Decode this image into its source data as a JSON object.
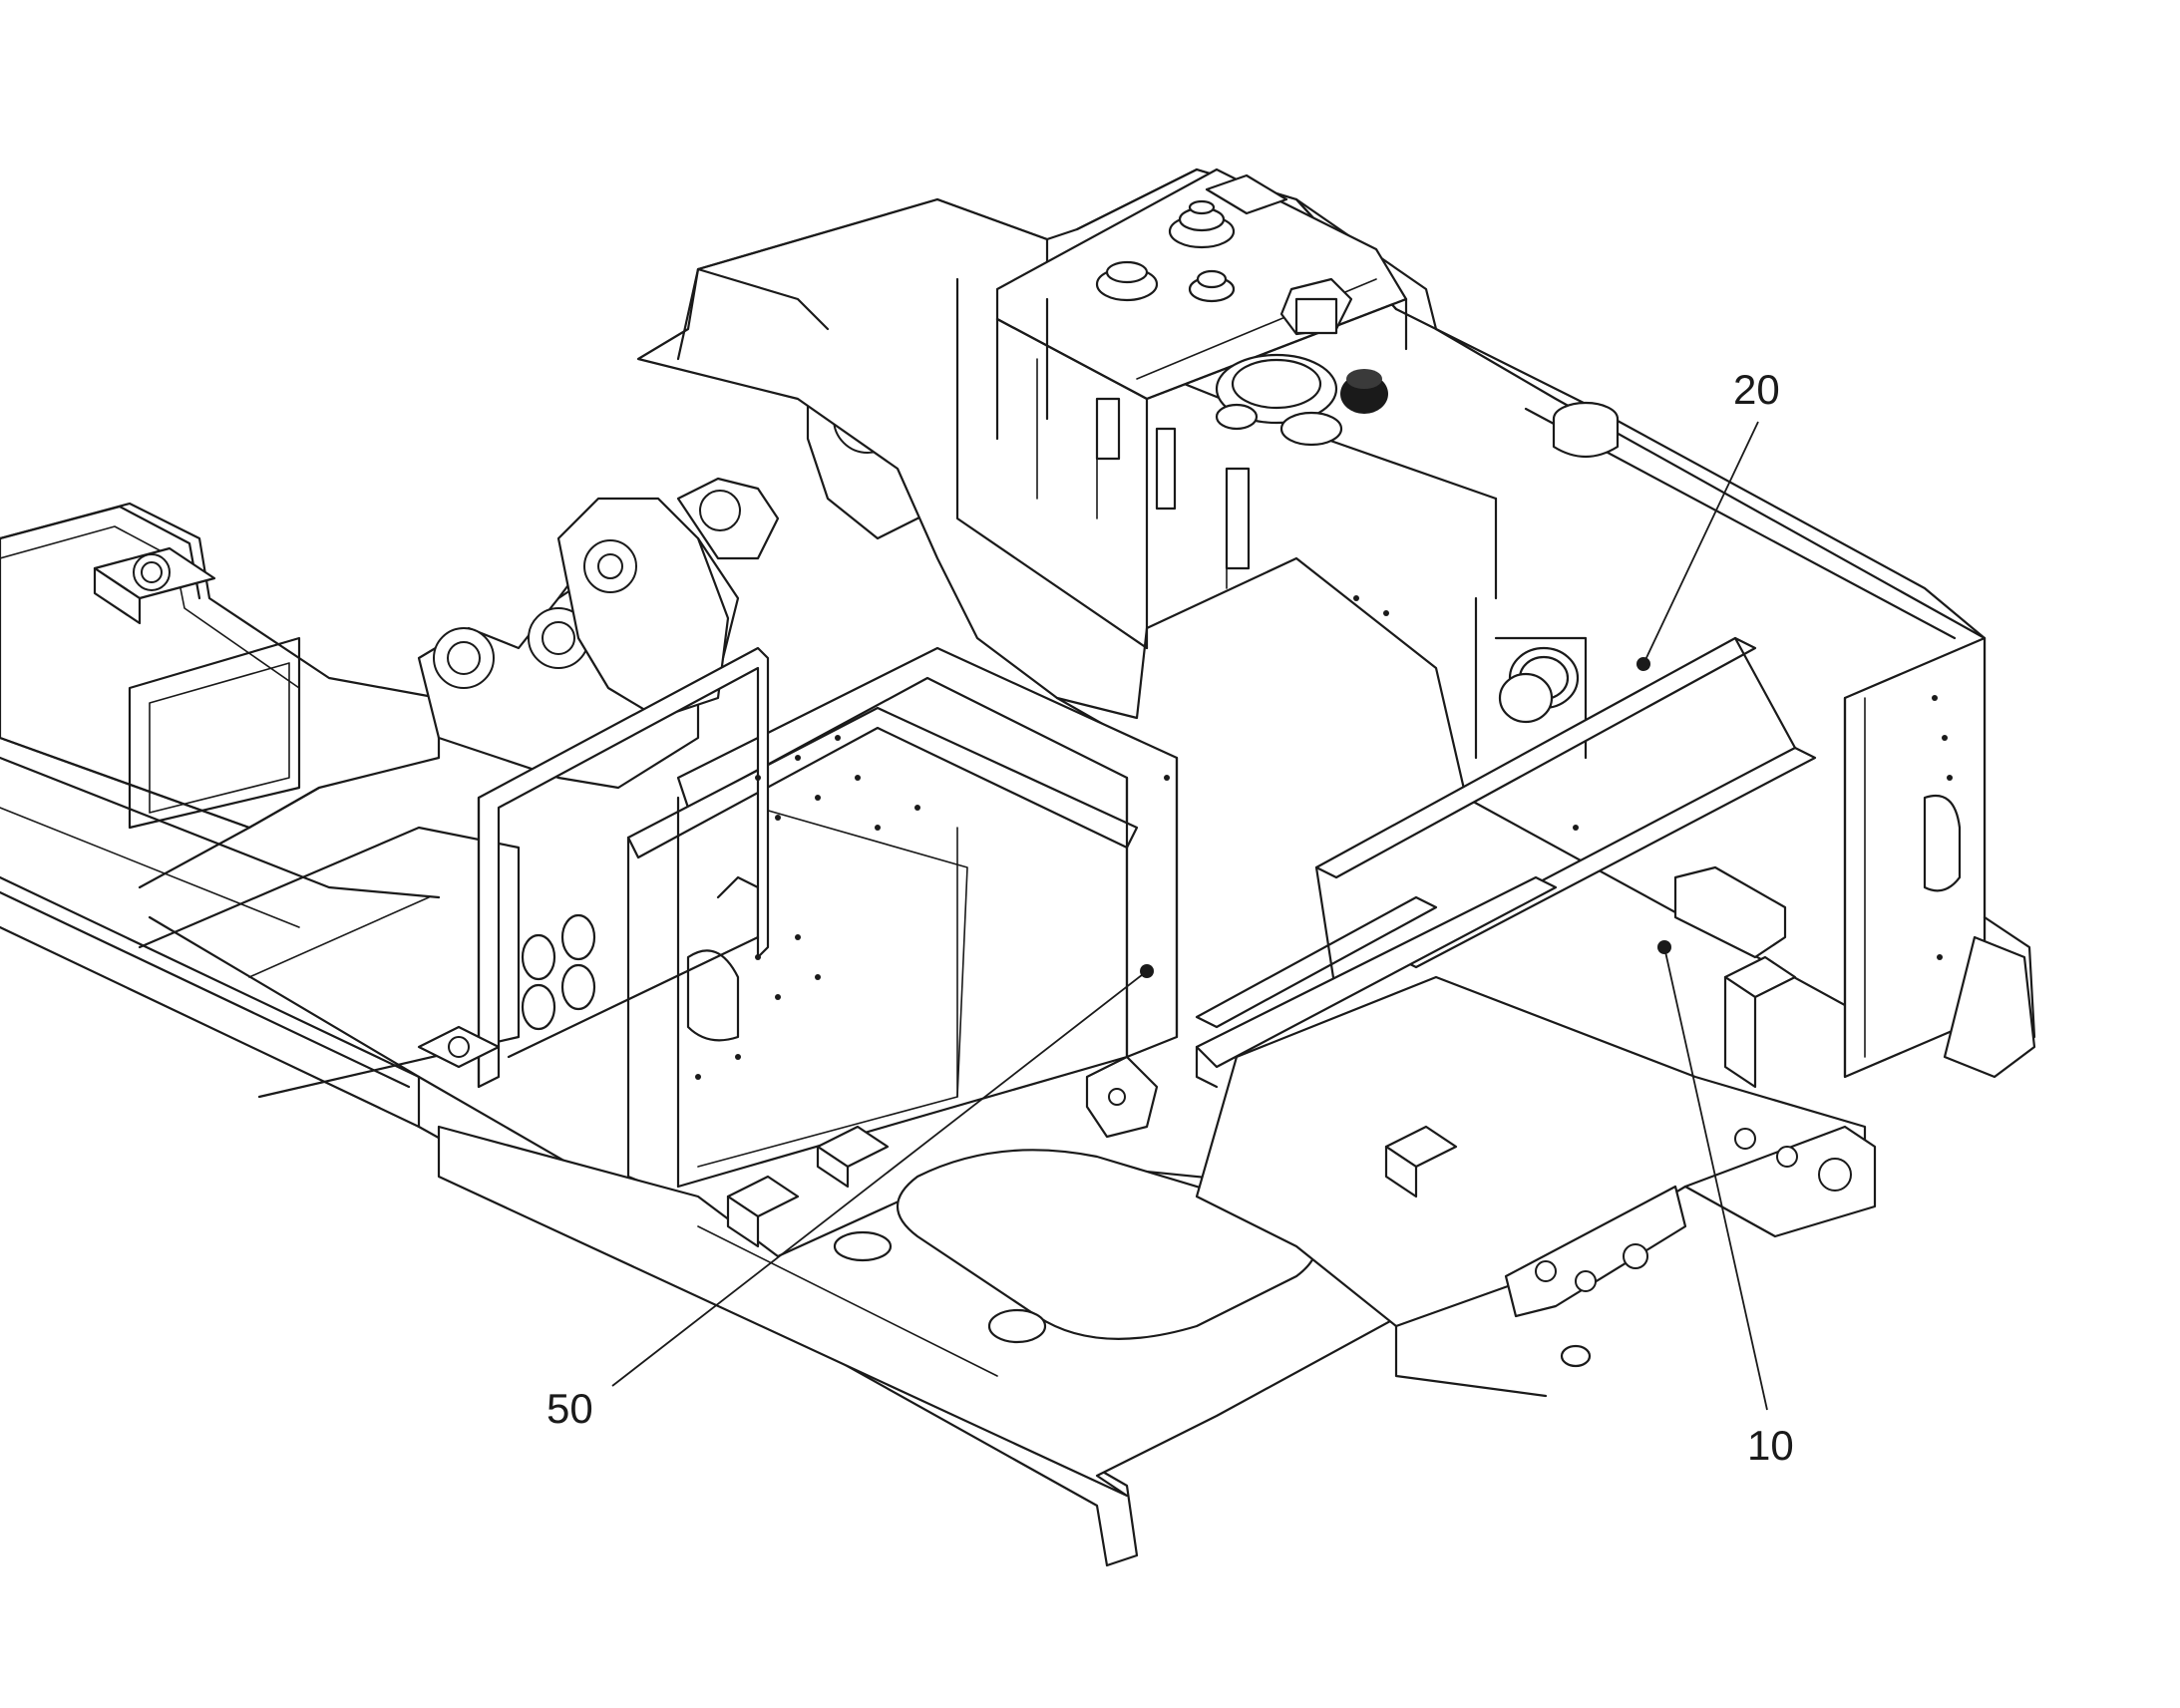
{
  "callouts": [
    {
      "id": "callout-20",
      "label": "20"
    },
    {
      "id": "callout-10",
      "label": "10"
    },
    {
      "id": "callout-50",
      "label": "50"
    }
  ]
}
